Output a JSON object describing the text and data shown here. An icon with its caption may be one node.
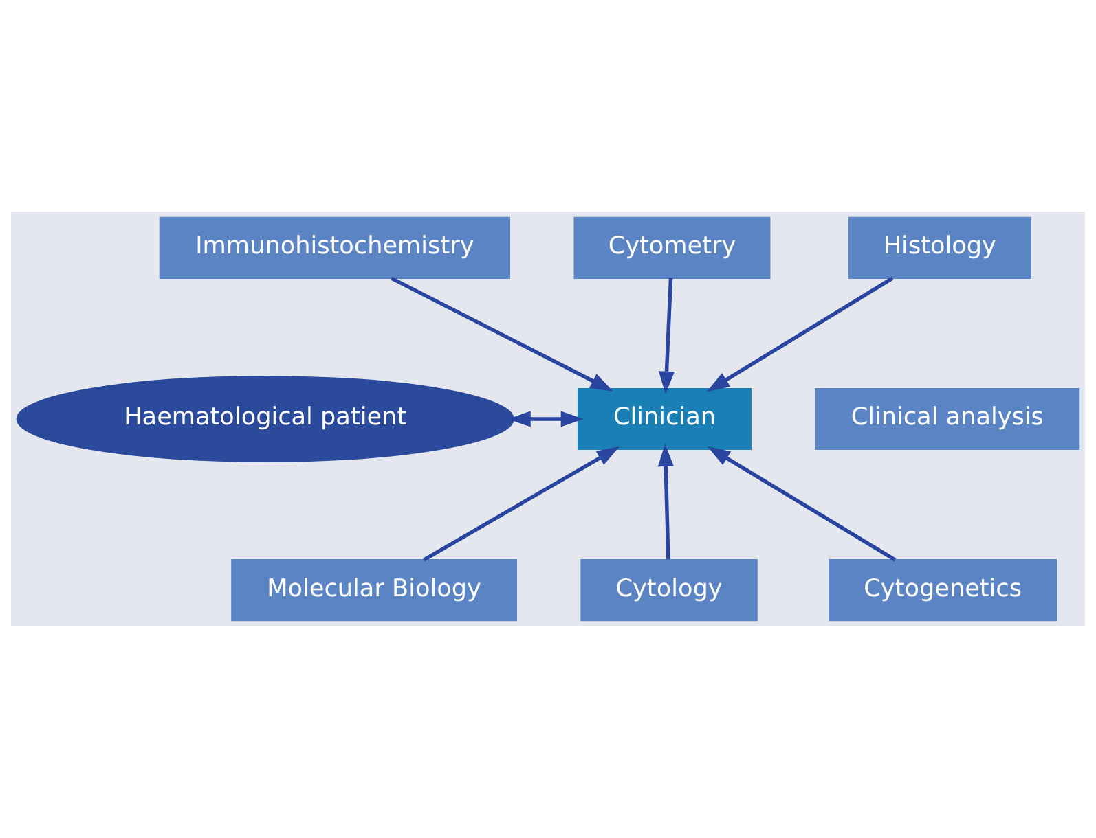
{
  "diagram": {
    "nodes": [
      {
        "text": [
          "Immunohistochemistry"
        ]
      },
      {
        "text": [
          "Cytometry"
        ]
      },
      {
        "text": [
          "Histology"
        ]
      },
      {
        "text": [
          "Haematological patient"
        ]
      },
      {
        "text": [
          "Clinician"
        ]
      },
      {
        "text": [
          "Clinical analysis"
        ]
      },
      {
        "text": [
          "Cytology"
        ]
      },
      {
        "text": [
          "Molecular Biology"
        ]
      },
      {
        "text": [
          "Cytogenetics"
        ]
      }
    ],
    "edges": [
      {
        "from": 0,
        "to": 4,
        "arrow": "to"
      },
      {
        "from": 1,
        "to": 4,
        "arrow": "to"
      },
      {
        "from": 2,
        "to": 4,
        "arrow": "to"
      },
      {
        "from": 3,
        "to": 4,
        "arrow": "both"
      },
      {
        "from": 6,
        "to": 4,
        "arrow": "to"
      },
      {
        "from": 7,
        "to": 4,
        "arrow": "to"
      },
      {
        "from": 8,
        "to": 4,
        "arrow": "to"
      }
    ]
  }
}
